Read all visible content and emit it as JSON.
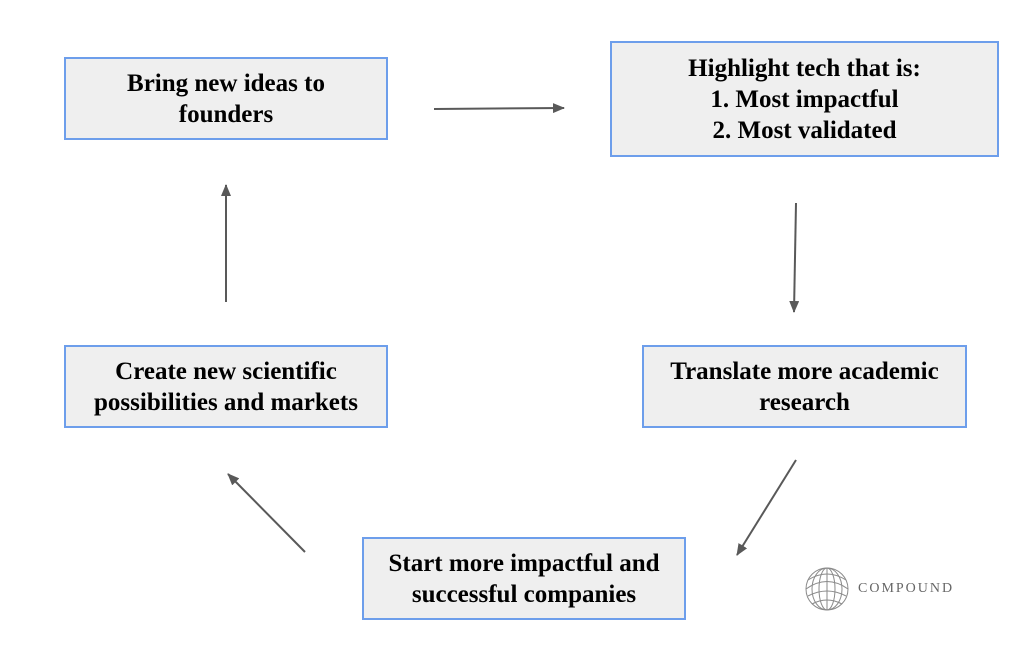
{
  "nodes": {
    "bring_ideas": {
      "lines": [
        "Bring new ideas to",
        "founders"
      ]
    },
    "highlight_tech": {
      "lines": [
        "Highlight tech that is:",
        "1. Most impactful",
        "2. Most validated"
      ]
    },
    "translate_research": {
      "lines": [
        "Translate more academic",
        "research"
      ]
    },
    "start_companies": {
      "lines": [
        "Start more impactful and",
        "successful companies"
      ]
    },
    "create_possibilities": {
      "lines": [
        "Create new scientific",
        "possibilities and markets"
      ]
    }
  },
  "logo": {
    "text": "COMPOUND"
  },
  "colors": {
    "node_fill": "#efefef",
    "node_border": "#6d9eeb",
    "arrow": "#595959",
    "text": "#000000",
    "logo": "#666666"
  }
}
